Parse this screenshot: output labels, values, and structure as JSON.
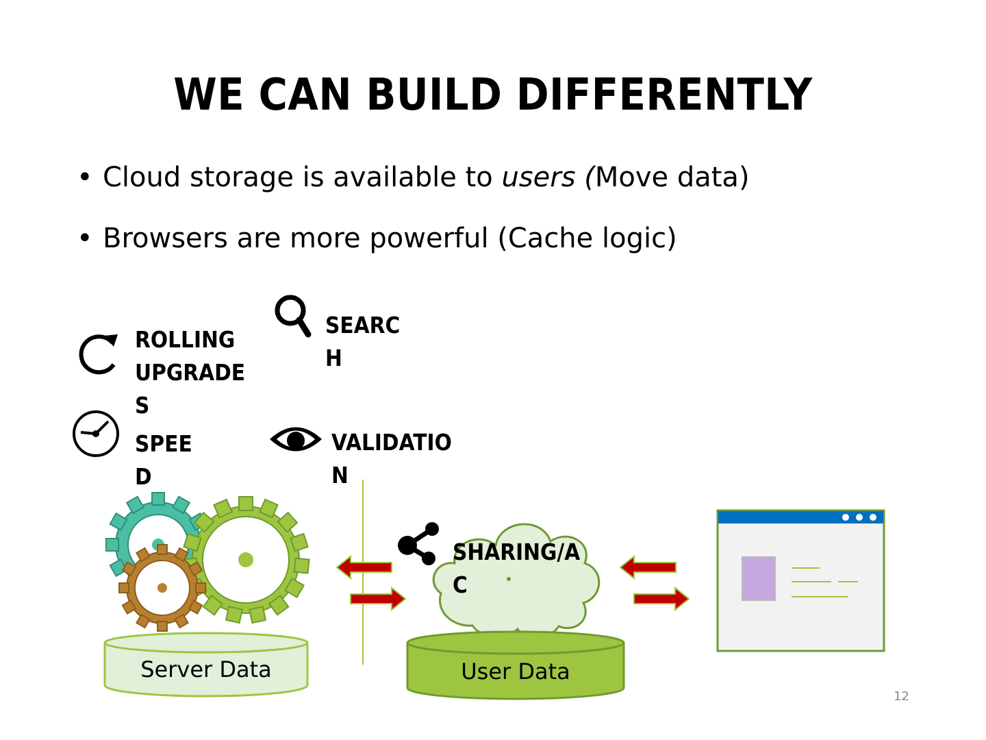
{
  "slide": {
    "title": "WE CAN BUILD DIFFERENTLY",
    "bullets": [
      {
        "text_before": "Cloud storage is available to ",
        "text_italic": "users (",
        "text_after": "Move data)"
      },
      {
        "text_before": "Browsers are more powerful (Cache logic)",
        "text_italic": "",
        "text_after": ""
      }
    ],
    "page_number": "12"
  },
  "features": {
    "rolling_upgrades": {
      "label": "ROLLING\nUPGRADE\nS",
      "icon": "refresh-icon"
    },
    "search": {
      "label": "SEARC\nH",
      "icon": "magnifier-icon"
    },
    "speed": {
      "label": "SPEE\nD",
      "icon": "speedometer-icon"
    },
    "validation": {
      "label": "VALIDATIO\nN",
      "icon": "eye-icon"
    },
    "sharing": {
      "label": "SHARING/A\nC",
      "icon": "share-icon"
    }
  },
  "diagram": {
    "server_data_label": "Server Data",
    "user_data_label": "User Data",
    "colors": {
      "light_green": "#e2efd9",
      "mid_green": "#9dc540",
      "dark_green": "#6f9a2f",
      "teal_gear": "#4bbfa3",
      "brown_gear": "#b87f2d",
      "arrow_red": "#c00000",
      "browser_blue": "#0070c0",
      "browser_purple": "#c4a8dd"
    }
  }
}
